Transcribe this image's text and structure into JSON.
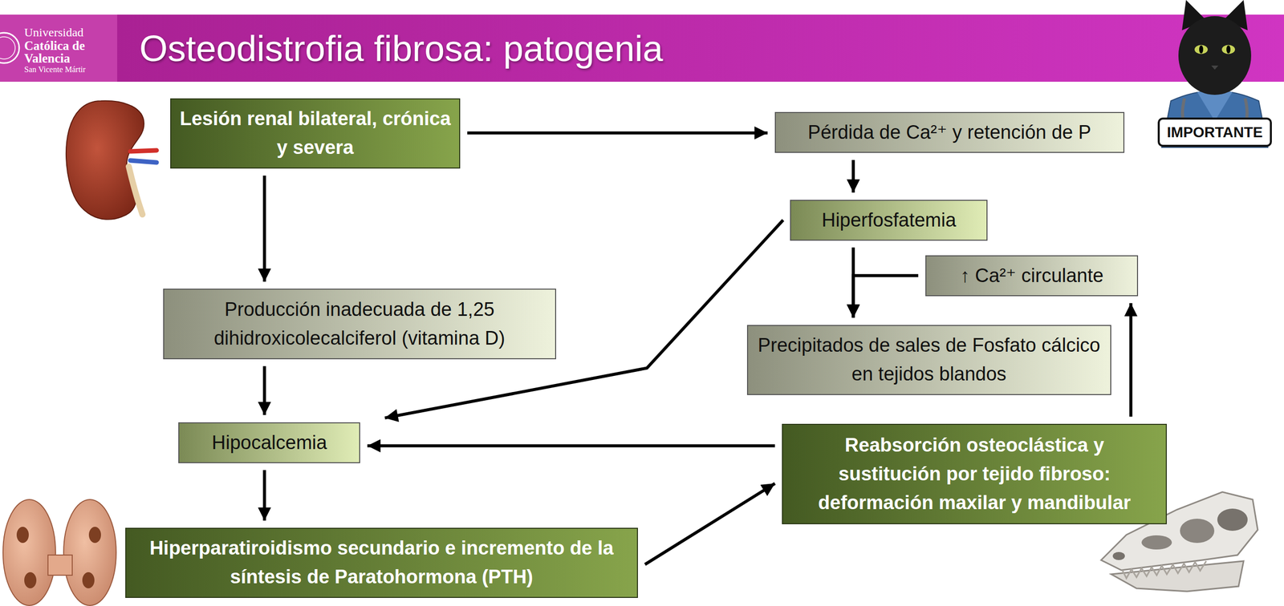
{
  "diagram": {
    "title": "Osteodistrofia fibrosa: patogenia",
    "nodes": [
      {
        "text": [
          "Lesión renal bilateral, crónica y severa"
        ]
      },
      {
        "text": [
          "Pérdida de Ca²⁺ y retención de P"
        ]
      },
      {
        "text": [
          "Hiperfosfatemia"
        ]
      },
      {
        "text": [
          "↑ Ca²⁺ circulante"
        ]
      },
      {
        "text": [
          "Producción inadecuada de 1,25 dihidroxicolecalciferol (vitamina D)"
        ]
      },
      {
        "text": [
          "Precipitados de sales de Fosfato cálcico en tejidos blandos"
        ]
      },
      {
        "text": [
          "Hipocalcemia"
        ]
      },
      {
        "text": [
          "Reabsorción osteoclástica y sustitución por tejido fibroso: deformación maxilar y mandibular"
        ]
      },
      {
        "text": [
          "Hiperparatiroidismo secundario e incremento de la síntesis de Paratohormona (PTH)"
        ]
      }
    ],
    "edges": [
      {
        "from": 0,
        "to": 1,
        "arrow": "to"
      },
      {
        "from": 0,
        "to": 4,
        "arrow": "to"
      },
      {
        "from": 1,
        "to": 2,
        "arrow": "to"
      },
      {
        "from": 2,
        "to": 6,
        "arrow": "to"
      },
      {
        "from": 2,
        "to": 5,
        "arrow": "to"
      },
      {
        "from": 3,
        "to": 5,
        "arrow": "to"
      },
      {
        "from": 4,
        "to": 6,
        "arrow": "to"
      },
      {
        "from": 7,
        "to": 6,
        "arrow": "to"
      },
      {
        "from": 7,
        "to": 3,
        "arrow": "to"
      },
      {
        "from": 6,
        "to": 8,
        "arrow": "to"
      },
      {
        "from": 8,
        "to": 7,
        "arrow": "to"
      }
    ],
    "labels": [
      "Universidad",
      "Católica de",
      "Valencia",
      "San Vicente Mártir",
      "IMPORTANTE"
    ]
  }
}
